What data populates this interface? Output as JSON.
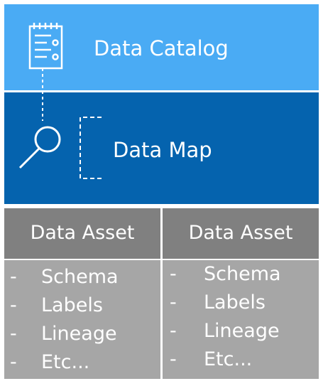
{
  "catalog": {
    "title": "Data Catalog",
    "icon": "catalog-document-icon",
    "color": "#4aabf4"
  },
  "map": {
    "title": "Data Map",
    "icon": "magnifier-icon",
    "color": "#0563ae"
  },
  "assets": [
    {
      "title": "Data Asset",
      "items": [
        "Schema",
        "Labels",
        "Lineage",
        "Etc..."
      ],
      "bullet": "-"
    },
    {
      "title": "Data Asset",
      "items": [
        "Schema",
        "Labels",
        "Lineage",
        "Etc..."
      ],
      "bullet": "-"
    }
  ],
  "colors": {
    "asset_header": "#808080",
    "asset_body": "#a6a6a6"
  }
}
